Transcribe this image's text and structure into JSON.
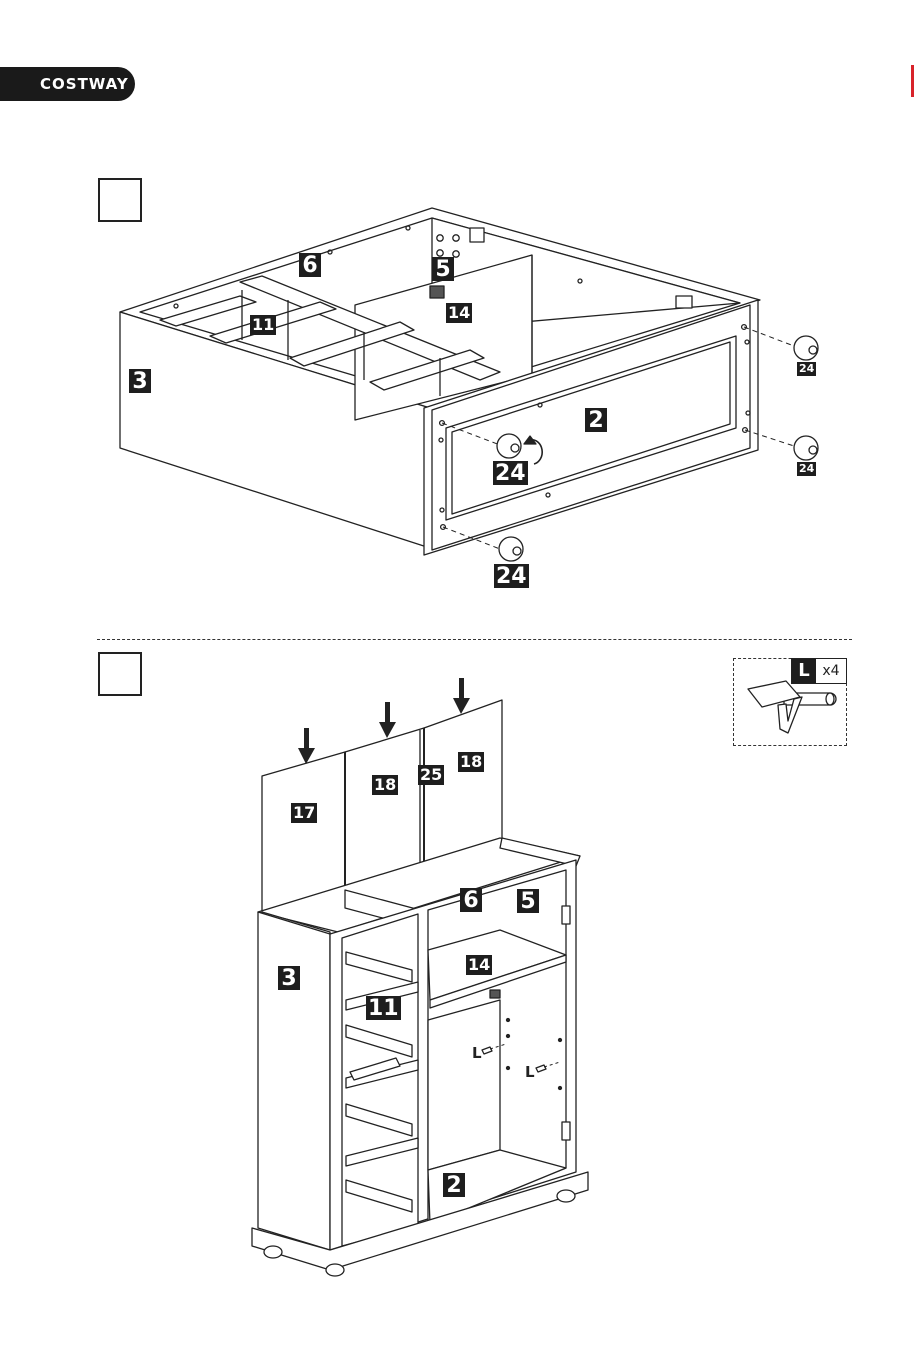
{
  "brand": {
    "name": "COSTWAY"
  },
  "step1": {
    "parts": {
      "p6": "6",
      "p5": "5",
      "p11": "11",
      "p14": "14",
      "p3": "3",
      "p2": "2",
      "p24a": "24",
      "p24b": "24",
      "p24c": "24",
      "p24d": "24"
    }
  },
  "step2": {
    "parts": {
      "p17": "17",
      "p18a": "18",
      "p25": "25",
      "p18b": "18",
      "p6": "6",
      "p5": "5",
      "p14": "14",
      "p3": "3",
      "p11": "11",
      "p2": "2"
    },
    "hardware_callouts": {
      "l1": "L",
      "l2": "L"
    }
  },
  "hardware": {
    "letter": "L",
    "qty": "x4"
  },
  "colors": {
    "ink": "#1e1e1e",
    "accent": "#d8232a"
  }
}
